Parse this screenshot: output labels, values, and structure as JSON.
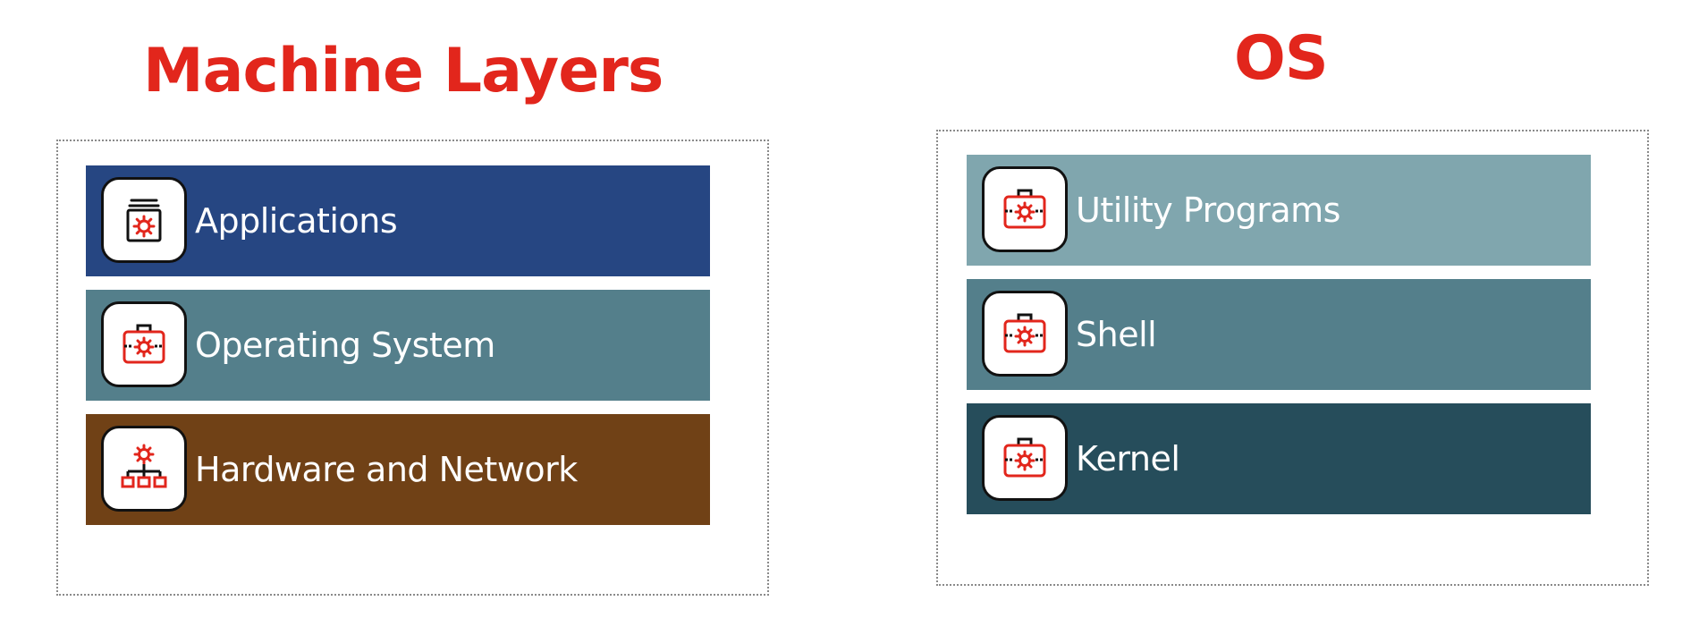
{
  "colors": {
    "title": "#e2261c",
    "icon_red": "#e2261c",
    "applications": "#264682",
    "operating_system": "#547f8b",
    "hardware": "#704116",
    "utility_programs": "#80a6ae",
    "shell": "#547f8b",
    "kernel": "#264d5b"
  },
  "machine_layers": {
    "title": "Machine Layers",
    "layers": [
      {
        "label": "Applications",
        "icon": "app-stack-gear-icon"
      },
      {
        "label": "Operating System",
        "icon": "toolbox-gear-icon"
      },
      {
        "label": "Hardware and Network",
        "icon": "network-gear-icon"
      }
    ]
  },
  "os": {
    "title": "OS",
    "layers": [
      {
        "label": "Utility Programs",
        "icon": "toolbox-gear-icon"
      },
      {
        "label": "Shell",
        "icon": "toolbox-gear-icon"
      },
      {
        "label": "Kernel",
        "icon": "toolbox-gear-icon"
      }
    ]
  }
}
